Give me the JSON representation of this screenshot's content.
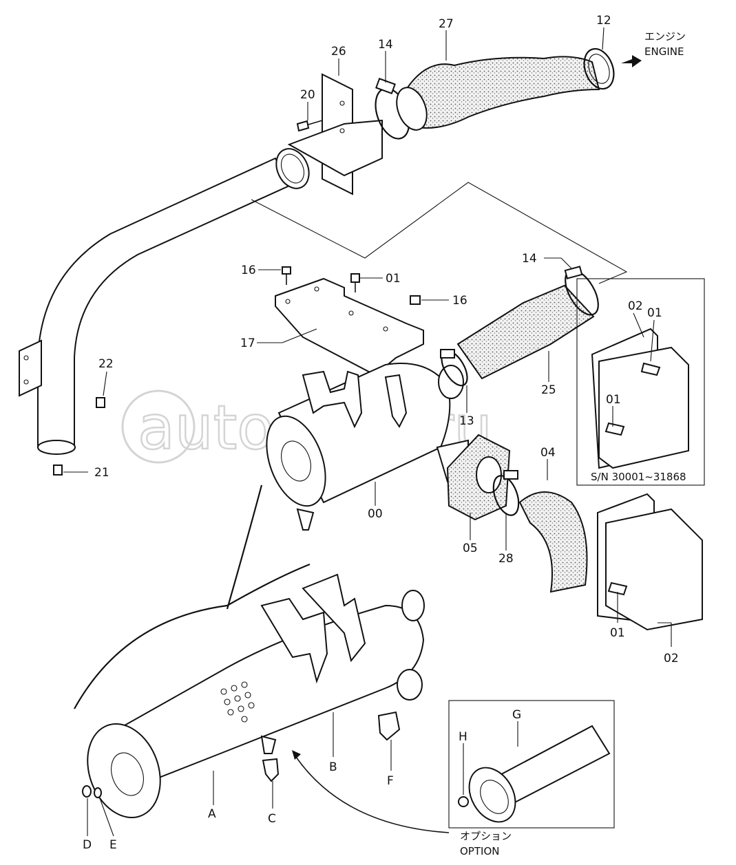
{
  "engine_direction": {
    "ja": "エンジン",
    "en": "ENGINE"
  },
  "option_label": {
    "ja": "オプション",
    "en": "OPTION"
  },
  "serial_range": "S/N 30001~31868",
  "watermark": "autopiter.ru",
  "part_numbers": [
    "12",
    "27",
    "14",
    "26",
    "20",
    "16",
    "01",
    "16",
    "17",
    "14",
    "25",
    "22",
    "13",
    "21",
    "00",
    "04",
    "05",
    "28",
    "02",
    "01",
    "01",
    "01",
    "02"
  ],
  "labels": {
    "p12": "12",
    "p27": "27",
    "p14a": "14",
    "p26": "26",
    "p20": "20",
    "p16a": "16",
    "p01a": "01",
    "p16b": "16",
    "p17": "17",
    "p14b": "14",
    "p25": "25",
    "p22": "22",
    "p13": "13",
    "p21": "21",
    "p00": "00",
    "p04": "04",
    "p05": "05",
    "p28": "28",
    "p02a": "02",
    "p01b": "01",
    "p01c": "01",
    "p01d": "01",
    "p02b": "02",
    "A": "A",
    "B": "B",
    "C": "C",
    "D": "D",
    "E": "E",
    "F": "F",
    "G": "G",
    "H": "H"
  },
  "colors": {
    "line": "#111111",
    "background": "#ffffff",
    "watermark": "#d4d4d4"
  }
}
